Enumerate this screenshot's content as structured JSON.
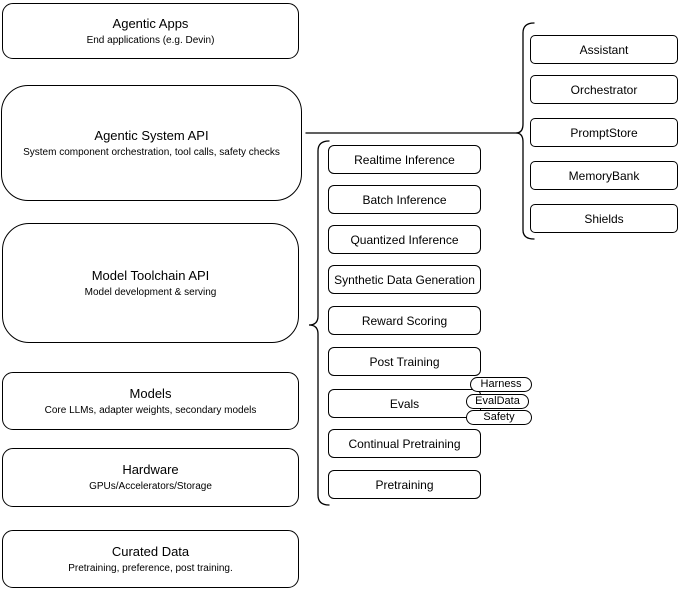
{
  "colors": {
    "stroke": "#000000",
    "fill": "#ffffff",
    "text": "#000000"
  },
  "stack": {
    "agentic_apps": {
      "title": "Agentic Apps",
      "subtitle": "End applications (e.g. Devin)"
    },
    "agentic_system_api": {
      "title": "Agentic System API",
      "subtitle": "System component orchestration, tool calls, safety checks"
    },
    "model_toolchain_api": {
      "title": "Model Toolchain API",
      "subtitle": "Model development & serving"
    },
    "models": {
      "title": "Models",
      "subtitle": "Core LLMs, adapter weights, secondary models"
    },
    "hardware": {
      "title": "Hardware",
      "subtitle": "GPUs/Accelerators/Storage"
    },
    "curated_data": {
      "title": "Curated Data",
      "subtitle": "Pretraining, preference, post training."
    }
  },
  "toolchain": {
    "items": [
      "Realtime Inference",
      "Batch Inference",
      "Quantized Inference",
      "Synthetic Data Generation",
      "Reward Scoring",
      "Post Training",
      "Evals",
      "Continual Pretraining",
      "Pretraining"
    ]
  },
  "evals_tags": [
    "Harness",
    "EvalData",
    "Safety"
  ],
  "system_components": [
    "Assistant",
    "Orchestrator",
    "PromptStore",
    "MemoryBank",
    "Shields"
  ]
}
